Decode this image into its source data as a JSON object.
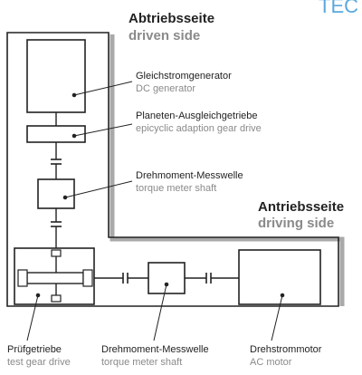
{
  "logo": {
    "text": "TEC",
    "color": "#5aa9dc"
  },
  "zones": {
    "driven": {
      "de": "Abtriebsseite",
      "en": "driven side"
    },
    "driving": {
      "de": "Antriebsseite",
      "en": "driving side"
    }
  },
  "components": {
    "dc_generator": {
      "de": "Gleichstromgenerator",
      "en": "DC generator"
    },
    "epicyclic_gear": {
      "de": "Planeten-Ausgleichgetriebe",
      "en": "epicyclic adaption gear drive"
    },
    "torque_shaft_top": {
      "de": "Drehmoment-Messwelle",
      "en": "torque meter shaft"
    },
    "test_gear": {
      "de": "Prüfgetriebe",
      "en": "test gear drive"
    },
    "torque_shaft_bottom": {
      "de": "Drehmoment-Messwelle",
      "en": "torque meter shaft"
    },
    "ac_motor": {
      "de": "Drehstrommotor",
      "en": "AC motor"
    }
  },
  "colors": {
    "line": "#222222",
    "shadow": "#a9a9a9",
    "label_en": "#8a8a8a"
  }
}
